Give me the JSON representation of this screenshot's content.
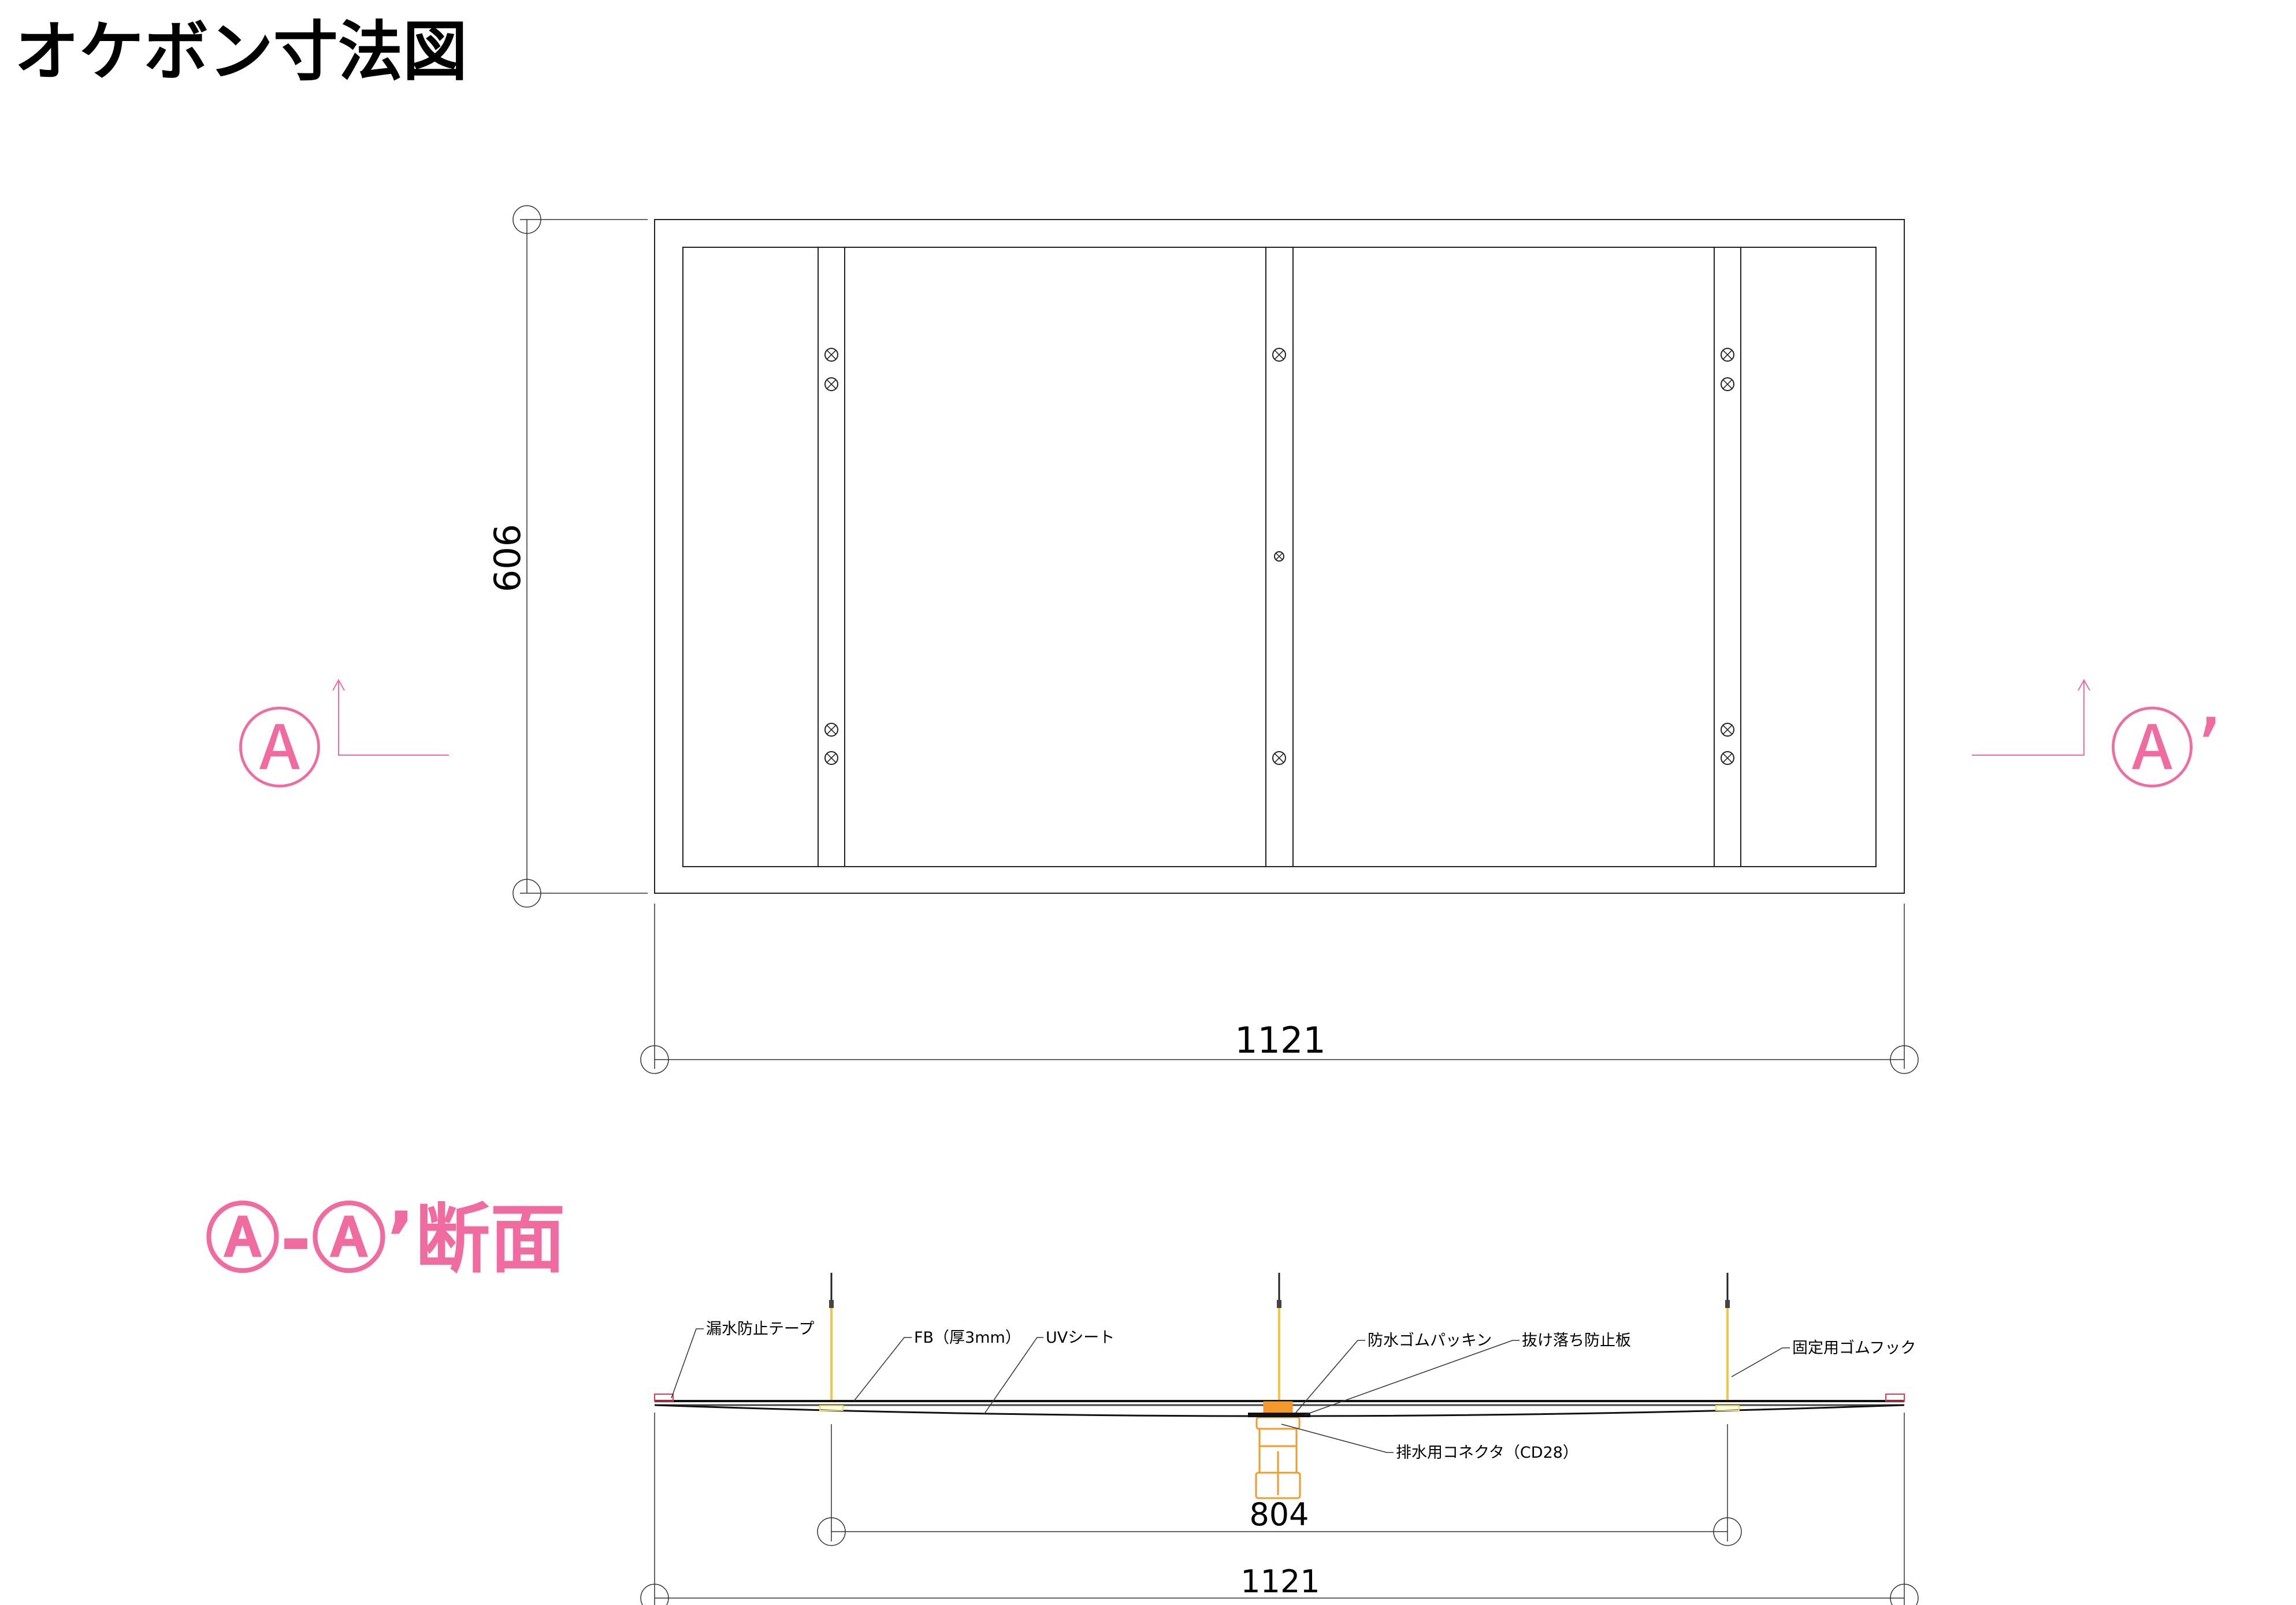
{
  "title": "オケボン寸法図",
  "colors": {
    "line": "#222222",
    "section": "#f06ca0",
    "connector": "#f39a2a",
    "hook": "#f5c445",
    "tape": "#e8384f"
  },
  "plan": {
    "dim_height": "606",
    "dim_width": "1121",
    "marker_left": "Ⓐ",
    "marker_right": "Ⓐ’"
  },
  "section": {
    "title": "Ⓐ-Ⓐ’断面",
    "dim_inner": "804",
    "dim_width": "1121",
    "labels": {
      "tape": "漏水防止テープ",
      "fb": "FB（厚3mm）",
      "uv": "UVシート",
      "packing": "防水ゴムパッキン",
      "plate": "抜け落ち防止板",
      "hook": "固定用ゴムフック",
      "connector": "排水用コネクタ（CD28）"
    }
  }
}
